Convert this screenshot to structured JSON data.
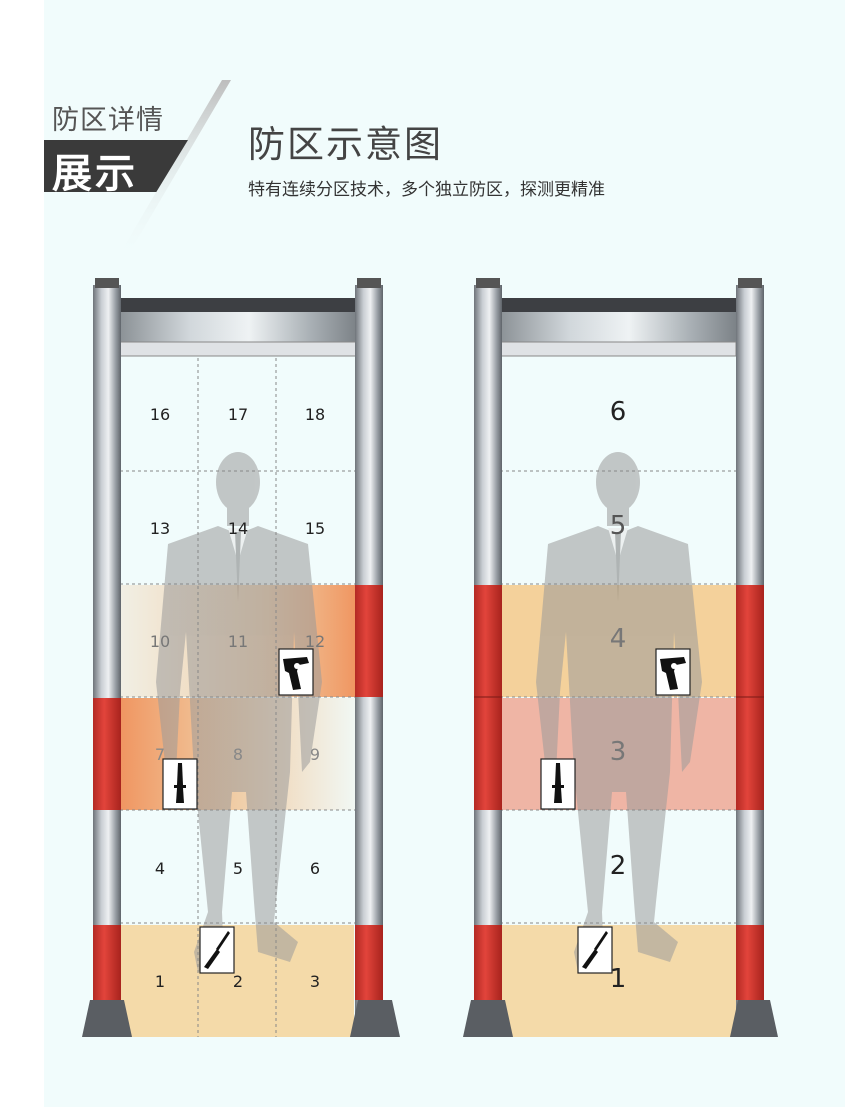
{
  "header": {
    "tag_small": "防区详情",
    "tag_big": "展示",
    "title": "防区示意图",
    "subtitle": "特有连续分区技术，多个独立防区，探测更精准"
  },
  "colors": {
    "background": "#f1fcfc",
    "alarm_red": "#d93a33",
    "zone_orange": "#f0a862",
    "zone_peach": "#f5c98a",
    "zone_salmon": "#ee9e88",
    "silhouette": "#9a9a9a"
  },
  "gate_left": {
    "zones": [
      "1",
      "2",
      "3",
      "4",
      "5",
      "6",
      "7",
      "8",
      "9",
      "10",
      "11",
      "12",
      "13",
      "14",
      "15",
      "16",
      "17",
      "18"
    ],
    "columns": 3,
    "rows": 6
  },
  "gate_right": {
    "zones": [
      "1",
      "2",
      "3",
      "4",
      "5",
      "6"
    ],
    "columns": 1,
    "rows": 6
  },
  "icons": {
    "gun": "revolver-icon",
    "knife": "knife-icon",
    "screwdriver": "screwdriver-icon"
  }
}
